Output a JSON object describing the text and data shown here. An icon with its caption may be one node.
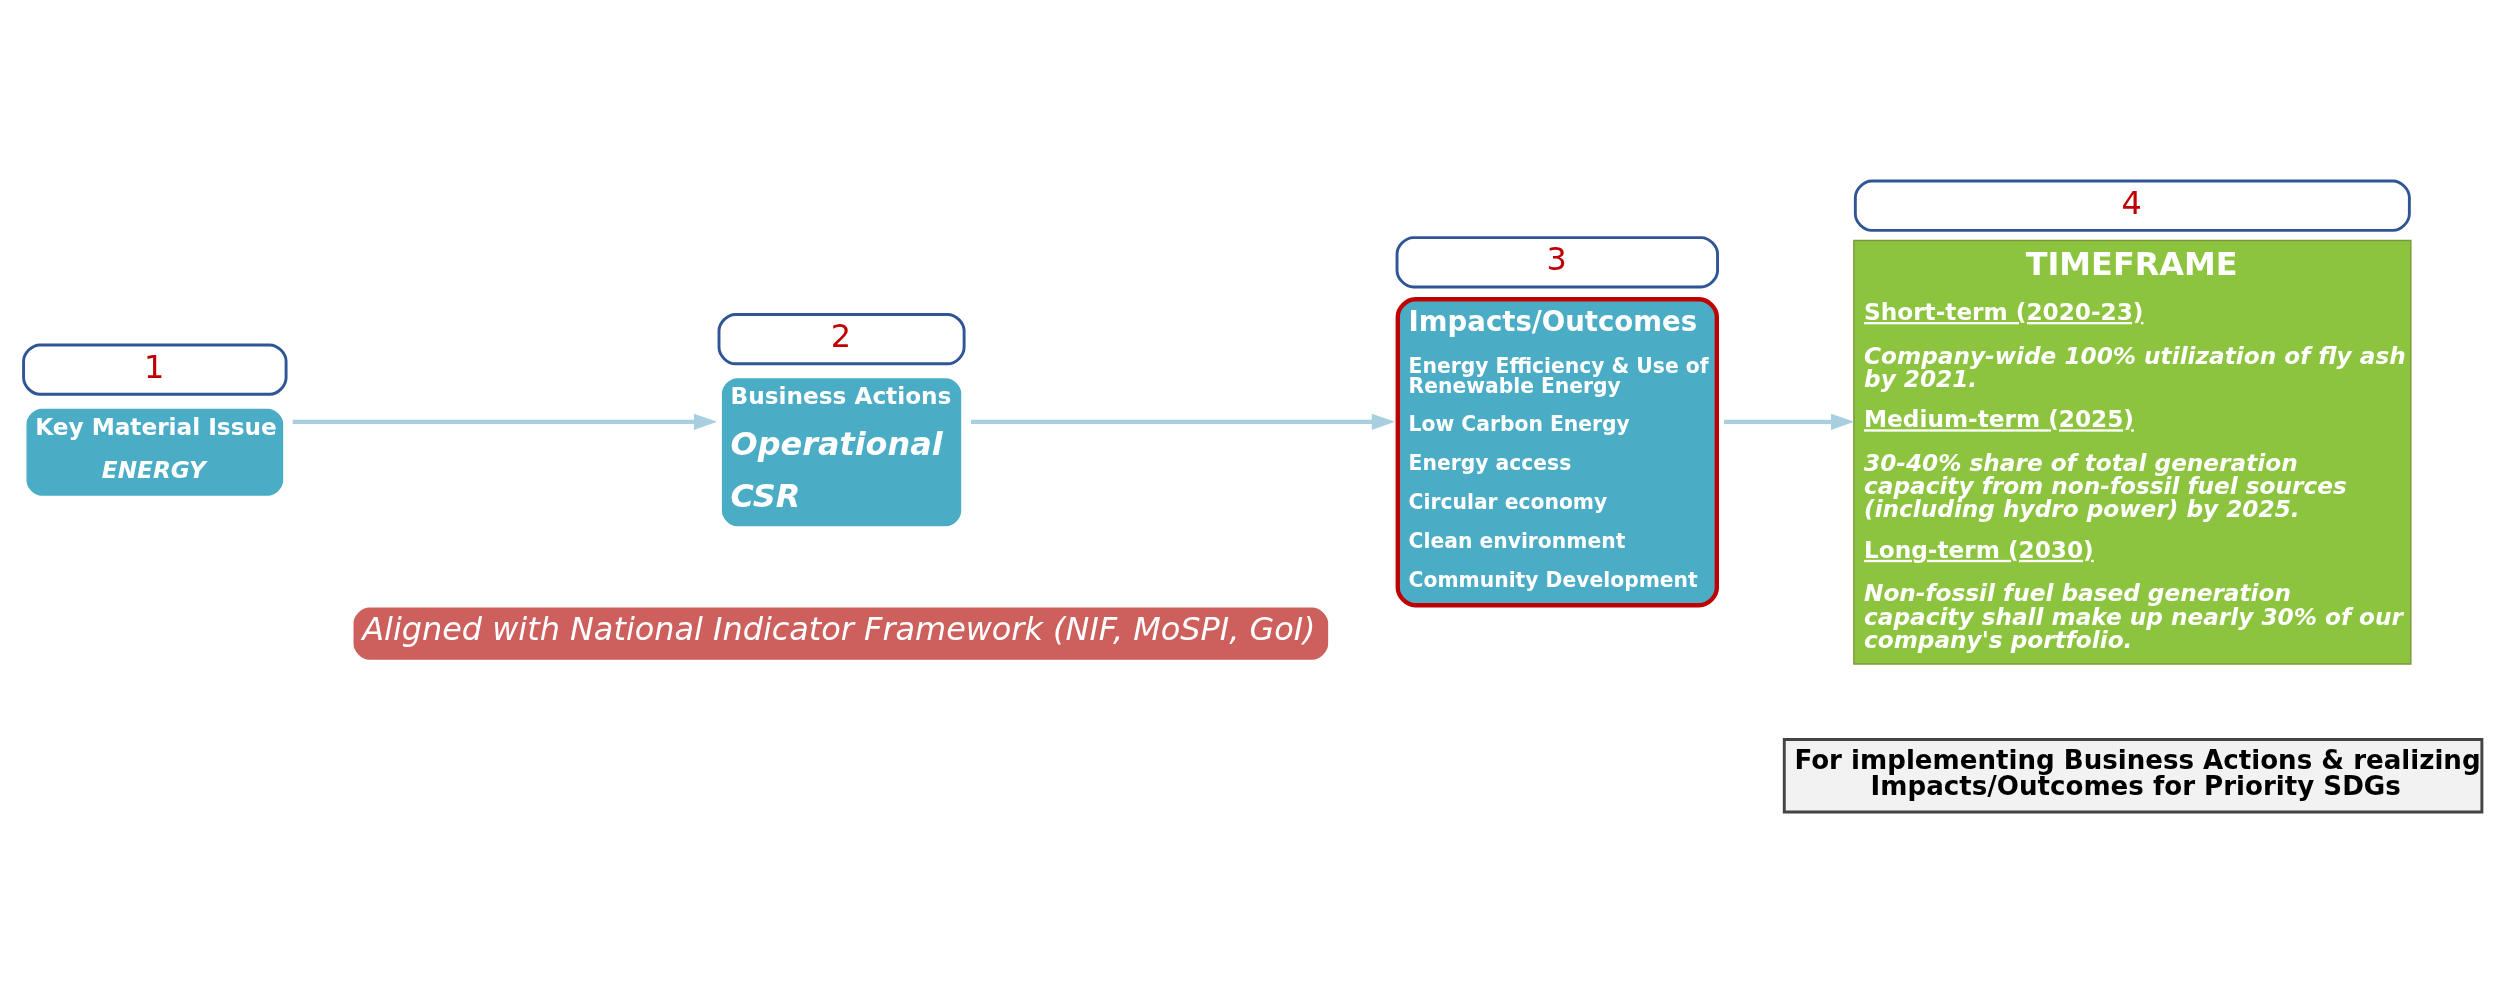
{
  "diagram": {
    "nodes": [
      {
        "text": [
          "Key Material Issue",
          "ENERGY"
        ],
        "beside": [
          "1"
        ]
      },
      {
        "text": [
          "Business Actions",
          "Operational",
          "CSR"
        ],
        "beside": [
          "2"
        ]
      },
      {
        "text": [
          "Impacts/Outcomes",
          "Energy Efficiency & Use of Renewable Energy",
          "Low Carbon Energy",
          "Energy access",
          "Circular economy",
          "Clean environment",
          "Community Development"
        ],
        "beside": [
          "3"
        ]
      },
      {
        "text": [
          "TIMEFRAME",
          "Short-term (2020-23)",
          "Company-wide 100% utilization of fly ash by 2021.",
          "Medium-term (2025)",
          "30-40% share of total generation capacity from non-fossil fuel sources (including hydro power) by 2025.",
          "Long-term (2030)",
          "Non-fossil fuel based generation capacity shall make up nearly 30% of our company's portfolio."
        ],
        "beside": [
          "4"
        ]
      },
      {
        "text": [
          "Aligned with National Indicator Framework (NIF, MoSPI, GoI)"
        ]
      },
      {
        "text": [
          "For implementing Business Actions & realizing Impacts/Outcomes for Priority SDGs"
        ]
      }
    ],
    "edges": [
      {
        "from": 0,
        "to": 1,
        "arrow": "to"
      },
      {
        "from": 1,
        "to": 2,
        "arrow": "to"
      },
      {
        "from": 2,
        "to": 3,
        "arrow": "to"
      }
    ]
  }
}
